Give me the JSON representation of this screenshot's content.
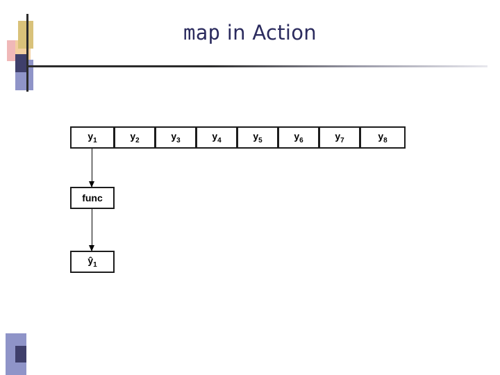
{
  "slide": {
    "title_mono": "map",
    "title_rest": " in Action"
  },
  "diagram": {
    "list_label": "sequence-cells",
    "cells": [
      {
        "base": "y",
        "sub": "1",
        "hat": false
      },
      {
        "base": "y",
        "sub": "2",
        "hat": false
      },
      {
        "base": "y",
        "sub": "3",
        "hat": false
      },
      {
        "base": "y",
        "sub": "4",
        "hat": false
      },
      {
        "base": "y",
        "sub": "5",
        "hat": false
      },
      {
        "base": "y",
        "sub": "6",
        "hat": false
      },
      {
        "base": "y",
        "sub": "7",
        "hat": false
      },
      {
        "base": "y",
        "sub": "8",
        "hat": false
      }
    ],
    "func_box": "func",
    "result_cell": {
      "base": "ŷ",
      "sub": "1",
      "hat": true
    }
  },
  "colors": {
    "title": "#2b2b5e",
    "outline": "#1c1c1c",
    "accent_blue": "#8f94c8",
    "accent_navy": "#3f3f6b"
  }
}
